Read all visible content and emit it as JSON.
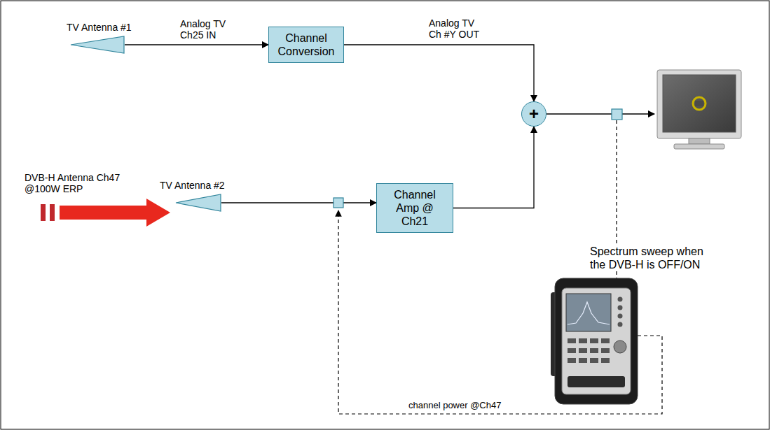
{
  "diagram": {
    "nodes": [
      {
        "text": [
          "TV Antenna #1"
        ]
      },
      {
        "text": [
          "Channel Conversion"
        ]
      },
      {
        "text": [
          "+"
        ]
      },
      {
        "text": [
          "DVB-H Antenna Ch47 @100W ERP"
        ]
      },
      {
        "text": [
          "TV Antenna #2"
        ]
      },
      {
        "text": [
          "Channel Amp @ Ch21"
        ]
      }
    ],
    "edges": [
      {
        "from": 0,
        "to": 1,
        "label": "Analog TV Ch25 IN",
        "arrow": "to"
      },
      {
        "from": 1,
        "to": 2,
        "label": "Analog TV Ch #Y OUT",
        "arrow": "to"
      },
      {
        "from": 4,
        "to": 5,
        "arrow": "to"
      },
      {
        "from": 5,
        "to": 2,
        "arrow": "to"
      }
    ],
    "labels": [
      "Spectrum sweep when the DVB-H is OFF/ON",
      "channel power @Ch47"
    ]
  }
}
